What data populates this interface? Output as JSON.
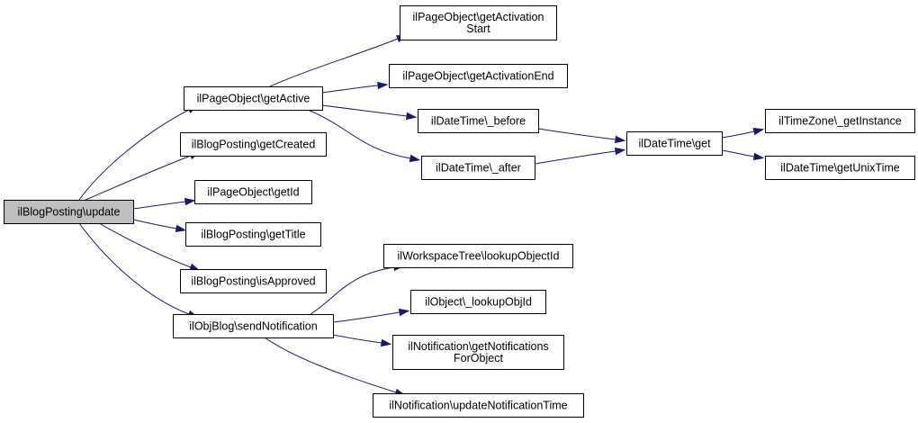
{
  "graph": {
    "nodes": [
      {
        "id": "update",
        "lines": [
          "ilBlogPosting\\update"
        ],
        "root": true
      },
      {
        "id": "getActive",
        "lines": [
          "ilPageObject\\getActive"
        ]
      },
      {
        "id": "getCreated",
        "lines": [
          "ilBlogPosting\\getCreated"
        ]
      },
      {
        "id": "getId",
        "lines": [
          "ilPageObject\\getId"
        ]
      },
      {
        "id": "getTitle",
        "lines": [
          "ilBlogPosting\\getTitle"
        ]
      },
      {
        "id": "isApproved",
        "lines": [
          "ilBlogPosting\\isApproved"
        ]
      },
      {
        "id": "sendNotification",
        "lines": [
          "ilObjBlog\\sendNotification"
        ]
      },
      {
        "id": "getActivationStart",
        "lines": [
          "ilPageObject\\getActivation",
          "Start"
        ]
      },
      {
        "id": "getActivationEnd",
        "lines": [
          "ilPageObject\\getActivationEnd"
        ]
      },
      {
        "id": "before",
        "lines": [
          "ilDateTime\\_before"
        ]
      },
      {
        "id": "after",
        "lines": [
          "ilDateTime\\_after"
        ]
      },
      {
        "id": "dtGet",
        "lines": [
          "ilDateTime\\get"
        ]
      },
      {
        "id": "getInstance",
        "lines": [
          "ilTimeZone\\_getInstance"
        ]
      },
      {
        "id": "getUnixTime",
        "lines": [
          "ilDateTime\\getUnixTime"
        ]
      },
      {
        "id": "lookupObjectId",
        "lines": [
          "ilWorkspaceTree\\lookupObjectId"
        ]
      },
      {
        "id": "lookupObjId",
        "lines": [
          "ilObject\\_lookupObjId"
        ]
      },
      {
        "id": "getNotificationsForObject",
        "lines": [
          "ilNotification\\getNotifications",
          "ForObject"
        ]
      },
      {
        "id": "updateNotificationTime",
        "lines": [
          "ilNotification\\updateNotificationTime"
        ]
      }
    ],
    "edges": [
      {
        "from": "update",
        "to": "getActive"
      },
      {
        "from": "update",
        "to": "getCreated"
      },
      {
        "from": "update",
        "to": "getId"
      },
      {
        "from": "update",
        "to": "getTitle"
      },
      {
        "from": "update",
        "to": "isApproved"
      },
      {
        "from": "update",
        "to": "sendNotification"
      },
      {
        "from": "getActive",
        "to": "getActivationStart"
      },
      {
        "from": "getActive",
        "to": "getActivationEnd"
      },
      {
        "from": "getActive",
        "to": "before"
      },
      {
        "from": "getActive",
        "to": "after"
      },
      {
        "from": "before",
        "to": "dtGet"
      },
      {
        "from": "after",
        "to": "dtGet"
      },
      {
        "from": "dtGet",
        "to": "getInstance"
      },
      {
        "from": "dtGet",
        "to": "getUnixTime"
      },
      {
        "from": "sendNotification",
        "to": "lookupObjectId"
      },
      {
        "from": "sendNotification",
        "to": "lookupObjId"
      },
      {
        "from": "sendNotification",
        "to": "getNotificationsForObject"
      },
      {
        "from": "sendNotification",
        "to": "updateNotificationTime"
      }
    ]
  },
  "colors": {
    "edge": "#191970",
    "node_border": "#000000",
    "node_fill": "#ffffff",
    "root_fill": "#bfbfbf"
  }
}
